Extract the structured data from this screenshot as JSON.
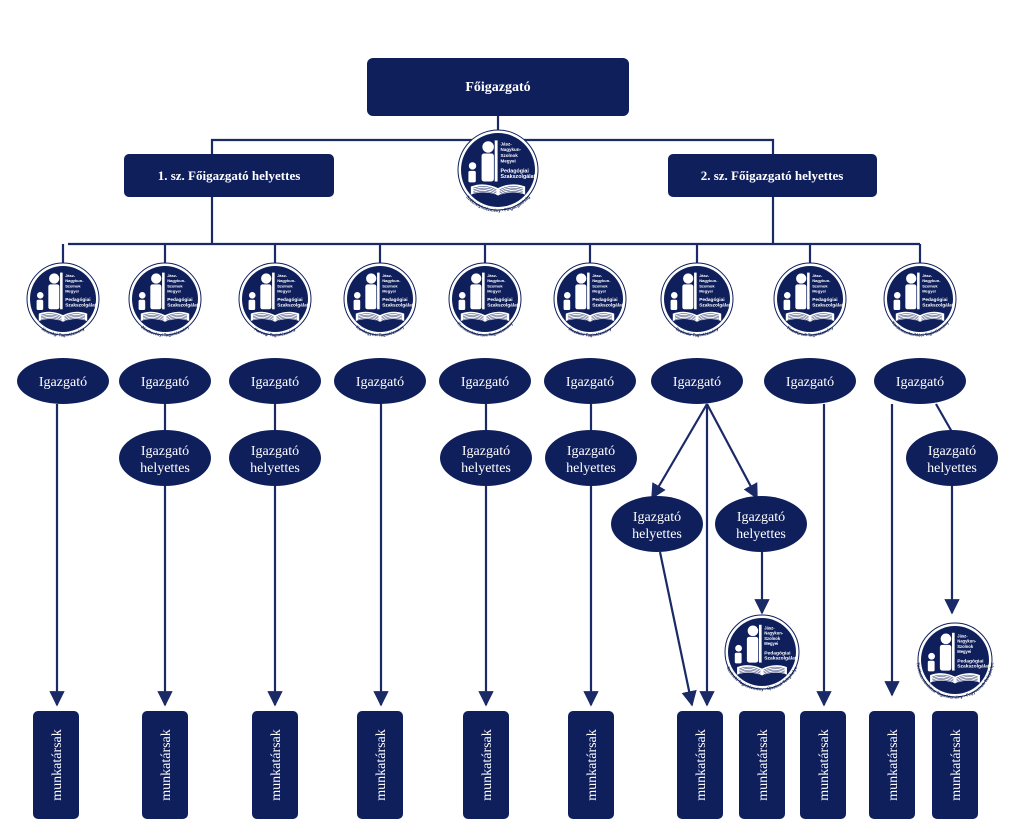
{
  "colors": {
    "navy": "#0f1f5c",
    "line": "#1a2a66",
    "background": "#ffffff"
  },
  "top": {
    "title": "Főigazgató"
  },
  "deputies": [
    {
      "label": "1. sz. Főigazgató helyettes"
    },
    {
      "label": "2. sz. Főigazgató helyettes"
    }
  ],
  "logo_text": {
    "lines": [
      "Jász-",
      "Nagykun-",
      "Szolnok",
      "Megyei",
      "Pedagógiai",
      "Szakszolgálat"
    ],
    "icon": "parent-child-book-logo"
  },
  "central_logo": {
    "ring": "Székhelyintézmény - Főigazgatóság"
  },
  "units": [
    {
      "ring": "Jászsági Tagintézmény",
      "director": "Igazgató",
      "has_deputy": false,
      "staff": "munkatársak"
    },
    {
      "ring": "Jászberényi Tagintézmény",
      "director": "Igazgató",
      "has_deputy": true,
      "deputy": "Igazgató helyettes",
      "staff": "munkatársak"
    },
    {
      "ring": "Karcagi Tagintézmény",
      "director": "Igazgató",
      "has_deputy": true,
      "deputy": "Igazgató helyettes",
      "staff": "munkatársak"
    },
    {
      "ring": "Kunhegyesi Tagintézmény",
      "director": "Igazgató",
      "has_deputy": false,
      "staff": "munkatársak"
    },
    {
      "ring": "Kunszentmártoni Tagintézmény",
      "director": "Igazgató",
      "has_deputy": true,
      "deputy": "Igazgató helyettes",
      "staff": "munkatársak"
    },
    {
      "ring": "Mezőtúri Tagintézmény",
      "director": "Igazgató",
      "has_deputy": true,
      "deputy": "Igazgató helyettes",
      "staff": "munkatársak"
    },
    {
      "ring": "Szolnoki Tagintézmény",
      "director": "Igazgató",
      "deputies": [
        "Igazgató helyettes",
        "Igazgató helyettes"
      ],
      "staff": "munkatársak",
      "site": {
        "ring": "Szolnoki Tagintézmény - Újszászi Telephelye",
        "staff": "munkatársak"
      }
    },
    {
      "ring": "Tiszafüredi Tagintézmény",
      "director": "Igazgató",
      "has_deputy": false,
      "staff": "munkatársak"
    },
    {
      "ring": "Törökszentmiklósi Tagintézmény",
      "director": "Igazgató",
      "deputy": "Igazgató helyettes",
      "staff": "munkatársak",
      "site": {
        "ring": "Törökszentmiklósi Tagintézmény - Fegyvernek Telephelye",
        "staff": "munkatársak"
      }
    }
  ]
}
